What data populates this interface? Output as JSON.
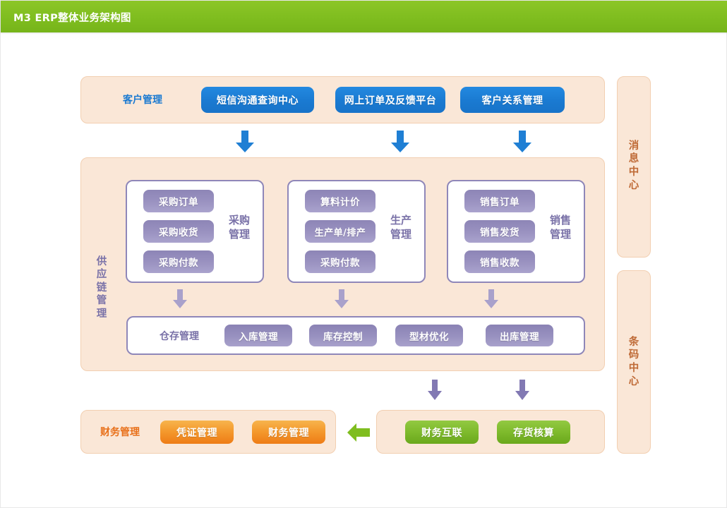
{
  "header": {
    "title": "M3 ERP整体业务架构图",
    "bg_color": "#7fbd1f"
  },
  "colors": {
    "blue": "#1a7ad1",
    "purple": "#8f87b9",
    "orange": "#ee7c16",
    "green": "#7fbd1f",
    "peach_bg": "#fae7d7",
    "peach_border": "#f2cfb1",
    "brown_text": "#bf6a36"
  },
  "customer_row": {
    "label": "客户管理",
    "buttons": [
      {
        "label": "短信沟通查询中心"
      },
      {
        "label": "网上订单及反馈平台"
      },
      {
        "label": "客户关系管理"
      }
    ]
  },
  "supply_chain": {
    "label_chars": [
      "供",
      "应",
      "链",
      "管",
      "理"
    ],
    "cards": [
      {
        "title_lines": [
          "采购",
          "管理"
        ],
        "items": [
          {
            "label": "采购订单"
          },
          {
            "label": "采购收货"
          },
          {
            "label": "采购付款"
          }
        ]
      },
      {
        "title_lines": [
          "生产",
          "管理"
        ],
        "items": [
          {
            "label": "算料计价"
          },
          {
            "label": "生产单/排产"
          },
          {
            "label": "采购付款"
          }
        ]
      },
      {
        "title_lines": [
          "销售",
          "管理"
        ],
        "items": [
          {
            "label": "销售订单"
          },
          {
            "label": "销售发货"
          },
          {
            "label": "销售收款"
          }
        ]
      }
    ],
    "warehouse": {
      "label": "仓存管理",
      "items": [
        {
          "label": "入库管理"
        },
        {
          "label": "库存控制"
        },
        {
          "label": "型材优化"
        },
        {
          "label": "出库管理"
        }
      ]
    }
  },
  "finance_left": {
    "label": "财务管理",
    "buttons": [
      {
        "label": "凭证管理"
      },
      {
        "label": "财务管理"
      }
    ]
  },
  "finance_right": {
    "buttons": [
      {
        "label": "财务互联"
      },
      {
        "label": "存货核算"
      }
    ]
  },
  "sidebars": [
    {
      "label_chars": [
        "消",
        "息",
        "中",
        "心"
      ]
    },
    {
      "label_chars": [
        "条",
        "码",
        "中",
        "心"
      ]
    }
  ],
  "arrows": {
    "blue_down": "arrow-down-blue",
    "purple_down": "arrow-down-purple",
    "purple_down_dark": "arrow-down-purple-dark",
    "green_left": "arrow-left-green"
  }
}
